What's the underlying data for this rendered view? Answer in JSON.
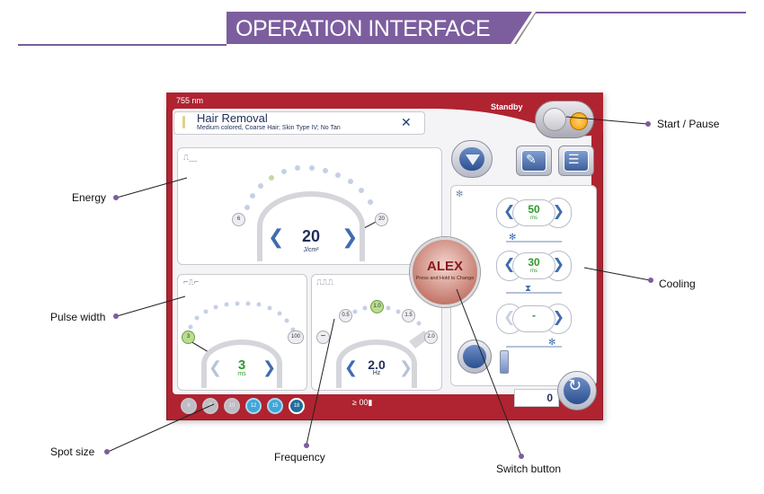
{
  "banner": {
    "title": "OPERATION INTERFACE"
  },
  "header": {
    "wavelength": "755 nm",
    "status": "Standby"
  },
  "mode": {
    "title": "Hair Removal",
    "subtitle": "Medium colored, Coarse Hair; Skin Type IV; No Tan",
    "close_glyph": "✕"
  },
  "energy": {
    "value": "20",
    "unit": "J/cm²",
    "min_label": "6",
    "max_label": "20",
    "prev": "❮",
    "next": "❯"
  },
  "pulse": {
    "value": "3",
    "unit": "ms",
    "min_label": "3",
    "max_label": "100",
    "prev": "❮",
    "next": "❯"
  },
  "frequency": {
    "value": "2.0",
    "unit": "Hz",
    "labels": [
      "0.5",
      "1.0",
      "1.5",
      "2.0"
    ],
    "minus": "−",
    "prev": "❮",
    "next": "❯"
  },
  "cooling": {
    "rows": [
      {
        "value": "50",
        "unit": "ms"
      },
      {
        "value": "30",
        "unit": "ms"
      },
      {
        "value": "-",
        "unit": ""
      }
    ]
  },
  "switch": {
    "label": "ALEX",
    "hint": "Press and Hold to Change"
  },
  "spot_sizes": [
    "6",
    "8",
    "10",
    "12",
    "15",
    "18"
  ],
  "counter": {
    "value": "0"
  },
  "handpiece": {
    "text": "00▮"
  },
  "callouts": {
    "start_pause": "Start / Pause",
    "energy": "Energy",
    "cooling": "Cooling",
    "pulse_width": "Pulse width",
    "spot_size": "Spot size",
    "frequency": "Frequency",
    "switch_button": "Switch button"
  },
  "icons": [
    "cooling-snowflake-icon",
    "menu-icon",
    "document-icon",
    "reset-icon",
    "gel-feed-icon"
  ]
}
